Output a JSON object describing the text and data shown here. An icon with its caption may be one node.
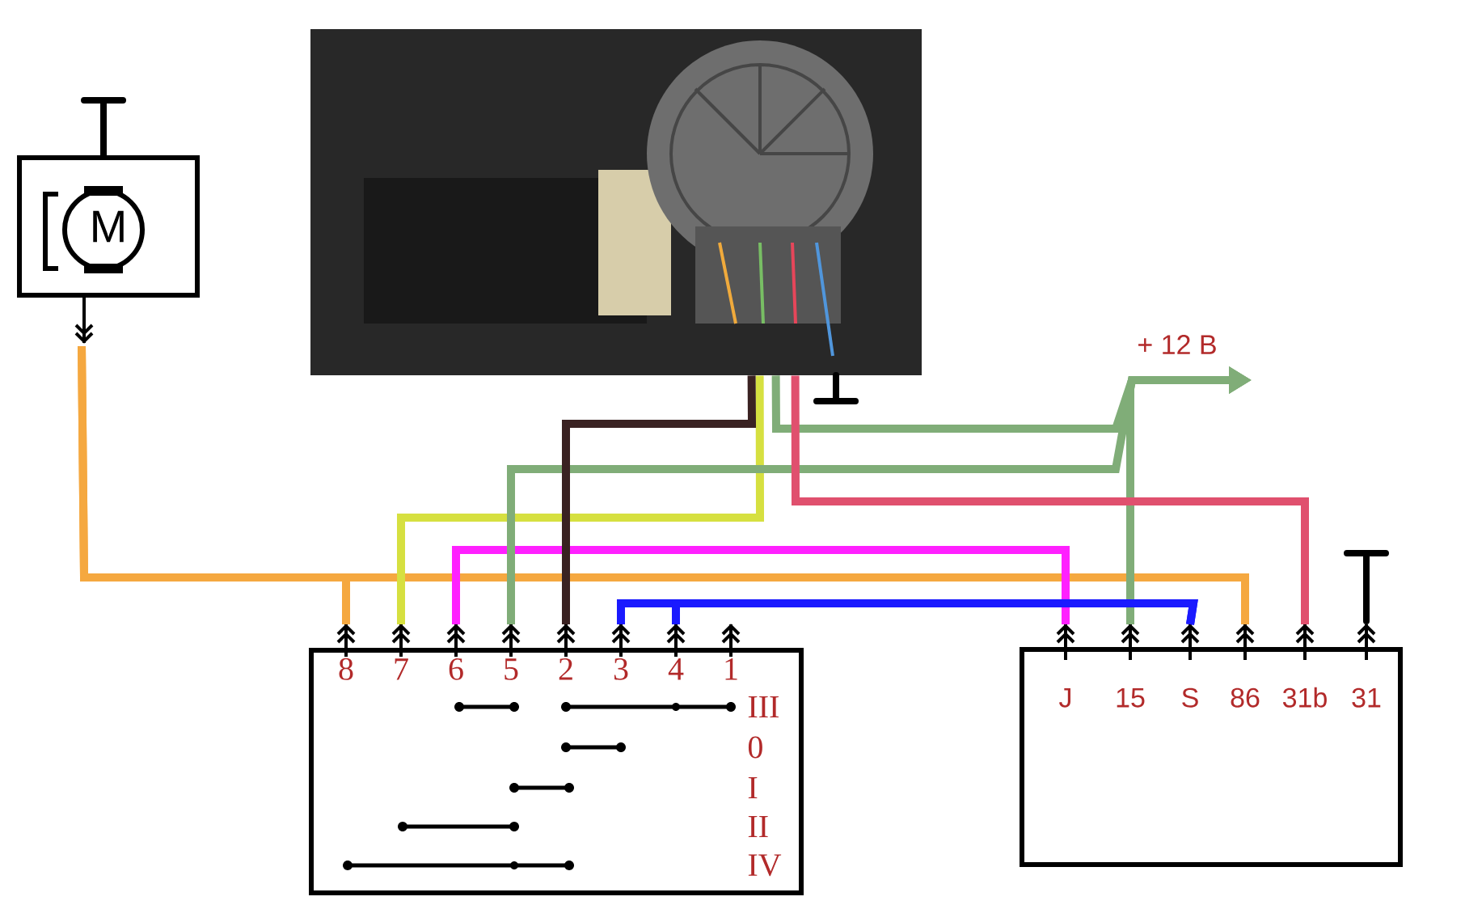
{
  "diagram": {
    "nodes": [
      {
        "text": [
          "M"
        ]
      },
      {
        "text": [],
        "shape": "picture"
      },
      {
        "text": [],
        "shape": "box"
      },
      {
        "text": [
          "8"
        ],
        "in": 2
      },
      {
        "text": [
          "7"
        ],
        "in": 2
      },
      {
        "text": [
          "6"
        ],
        "in": 2
      },
      {
        "text": [
          "5"
        ],
        "in": 2
      },
      {
        "text": [
          "2"
        ],
        "in": 2
      },
      {
        "text": [
          "3"
        ],
        "in": 2
      },
      {
        "text": [
          "4"
        ],
        "in": 2
      },
      {
        "text": [
          "1"
        ],
        "in": 2
      },
      {
        "text": [],
        "shape": "box"
      },
      {
        "text": [
          "J"
        ],
        "in": 11
      },
      {
        "text": [
          "15"
        ],
        "in": 11
      },
      {
        "text": [
          "S"
        ],
        "in": 11
      },
      {
        "text": [
          "86"
        ],
        "in": 11
      },
      {
        "text": [
          "31b"
        ],
        "in": 11
      },
      {
        "text": [
          "31"
        ],
        "in": 11
      },
      {
        "text": [
          "+ 12 B"
        ]
      }
    ],
    "edges": [
      {
        "from": 0,
        "to": 3,
        "arrow": "none",
        "color": "#f5a840"
      },
      {
        "from": 0,
        "to": 15,
        "arrow": "none",
        "color": "#f5a840"
      },
      {
        "from": 1,
        "to": 4,
        "arrow": "none",
        "color": "#d6e040"
      },
      {
        "from": 5,
        "to": 12,
        "arrow": "none",
        "color": "#ff20ff"
      },
      {
        "from": 6,
        "to": 18,
        "arrow": "to",
        "color": "#80ad78"
      },
      {
        "from": 1,
        "to": 18,
        "arrow": "to",
        "color": "#80ad78"
      },
      {
        "from": 13,
        "to": 18,
        "arrow": "to",
        "color": "#80ad78"
      },
      {
        "from": 1,
        "to": 7,
        "arrow": "none",
        "color": "#3a2222"
      },
      {
        "from": 8,
        "to": 14,
        "arrow": "none",
        "color": "#1a1aff"
      },
      {
        "from": 9,
        "to": 14,
        "arrow": "none",
        "color": "#1a1aff"
      },
      {
        "from": 1,
        "to": 16,
        "arrow": "none",
        "color": "#e0506e"
      }
    ],
    "labels": [
      "III",
      "0",
      "I",
      "II",
      "IV"
    ]
  }
}
